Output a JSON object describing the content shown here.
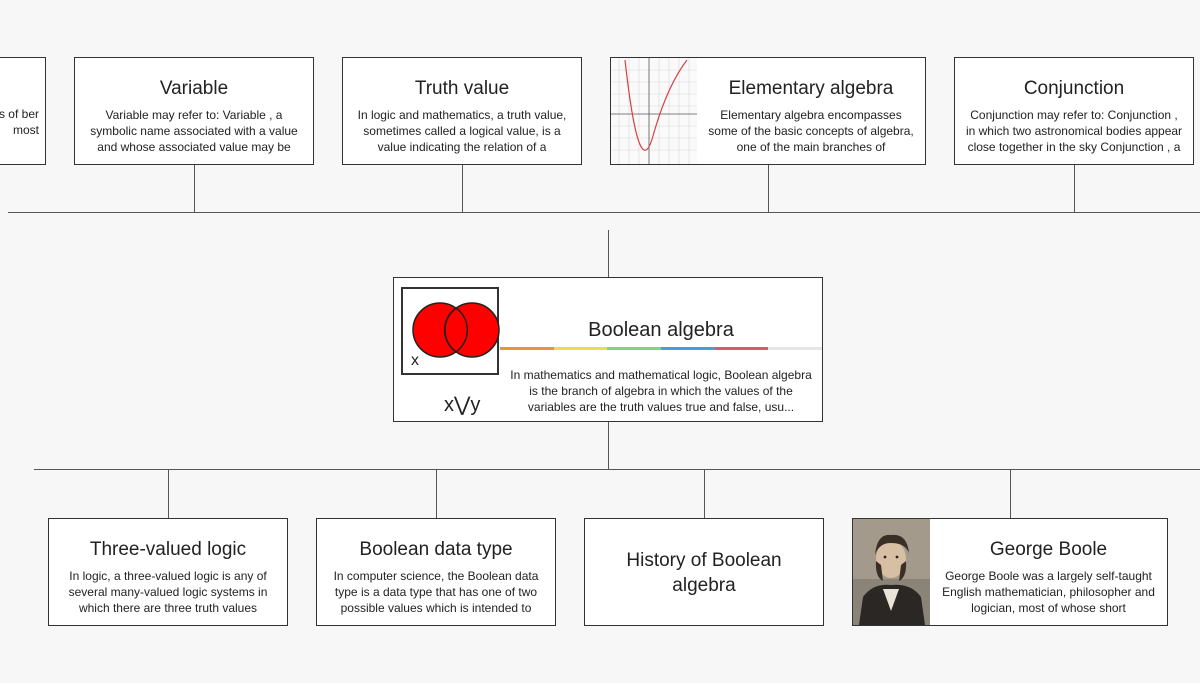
{
  "top_nodes": {
    "partial": {
      "desc": "s of ber most"
    },
    "variable": {
      "title": "Variable",
      "desc": "Variable may refer to: Variable , a symbolic name associated with a value and whose associated value may be"
    },
    "truth_value": {
      "title": "Truth value",
      "desc": "In logic and mathematics, a truth value, sometimes called a logical value, is a value indicating the relation of a"
    },
    "elementary_algebra": {
      "title": "Elementary algebra",
      "desc": "Elementary algebra encompasses some of the basic concepts of algebra, one of the main branches of mathematics. It is"
    },
    "conjunction": {
      "title": "Conjunction",
      "desc": "Conjunction may refer to: Conjunction , in which two astronomical bodies appear close together in the sky Conjunction , a"
    }
  },
  "center_node": {
    "title": "Boolean algebra",
    "desc": "In mathematics and mathematical logic, Boolean algebra is the branch of algebra in which the values of the variables are the truth values true and false, usu...",
    "image_label_x": "x",
    "image_caption": "x⋁y",
    "rainbow_colors": [
      "#e8953a",
      "#f2d94e",
      "#7fd67a",
      "#4a9be0",
      "#e0566a",
      "#e6e6e6"
    ]
  },
  "bottom_nodes": {
    "three_valued_logic": {
      "title": "Three-valued logic",
      "desc": "In logic, a three-valued logic is any of several many-valued logic systems in which there are three truth values"
    },
    "boolean_data_type": {
      "title": "Boolean data type",
      "desc": "In computer science, the Boolean data type is a data type that has one of two possible values which is intended to"
    },
    "history": {
      "title": "History of Boolean algebra"
    },
    "george_boole": {
      "title": "George Boole",
      "desc": "George Boole was a largely self-taught English mathematician, philosopher and logician, most of whose short"
    }
  },
  "colors": {
    "venn_fill": "#ff0000",
    "parabola": "#d94040",
    "connector": "#555555"
  }
}
